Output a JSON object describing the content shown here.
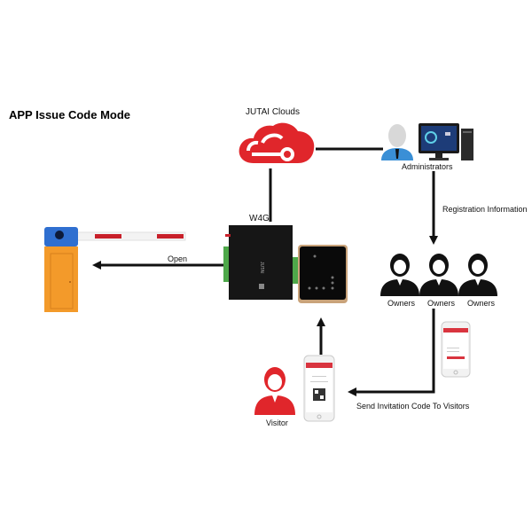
{
  "title": "APP Issue Code Mode",
  "nodes": {
    "cloud": {
      "label": "JUTAI  Clouds",
      "icon": "cloud-icon"
    },
    "admin": {
      "label": "Administrators",
      "icon": "administrator-computer-icon"
    },
    "controller": {
      "label": "W4G",
      "icon": "controller-board-icon"
    },
    "keypad": {
      "icon": "keypad-reader-icon"
    },
    "barrier": {
      "icon": "barrier-gate-icon"
    },
    "owners": [
      {
        "label": "Owners"
      },
      {
        "label": "Owners"
      },
      {
        "label": "Owners"
      }
    ],
    "visitor": {
      "label": "Visitor",
      "icon": "visitor-icon"
    },
    "visitor_phone": {
      "icon": "phone-qr-code-icon"
    },
    "owner_phone": {
      "icon": "phone-app-icon"
    }
  },
  "edges": {
    "open": "Open",
    "registration": "Registration Information",
    "invitation": "Send Invitation Code To Visitors"
  },
  "colors": {
    "brand_red": "#e0262b",
    "line": "#111111",
    "barrier_orange": "#f39a2a",
    "barrier_blue": "#2f6fd0",
    "admin_blue": "#3a8fd6"
  }
}
